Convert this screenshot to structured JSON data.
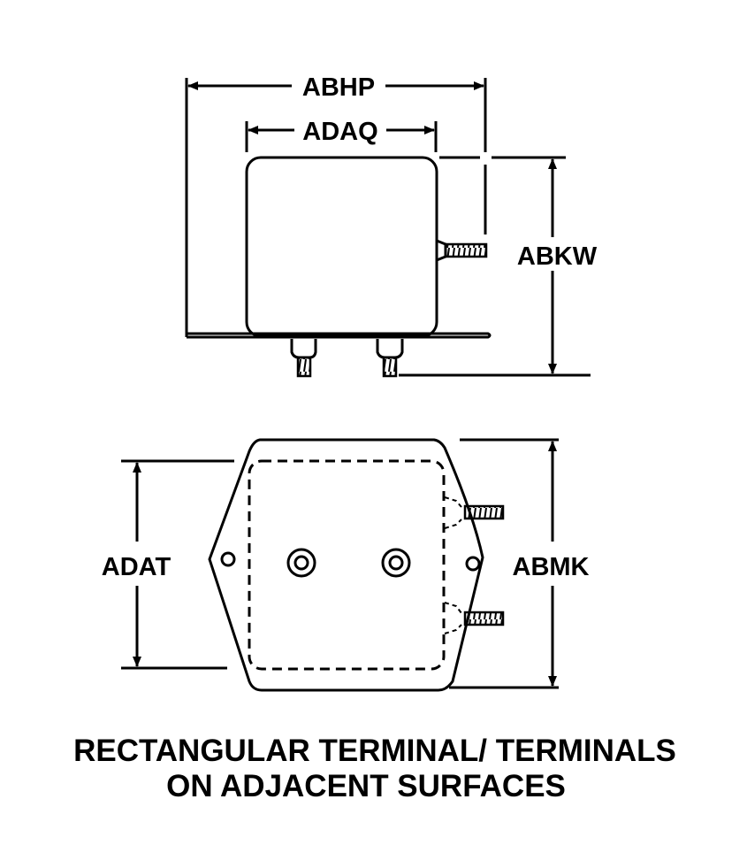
{
  "dimensions": {
    "top_view": {
      "overall_width": "ABHP",
      "body_width": "ADAQ",
      "height": "ABKW"
    },
    "bottom_view": {
      "body_height": "ADAT",
      "mounting_height": "ABMK"
    }
  },
  "caption": {
    "line1": "RECTANGULAR TERMINAL/ TERMINALS",
    "line2": "ON ADJACENT SURFACES"
  }
}
